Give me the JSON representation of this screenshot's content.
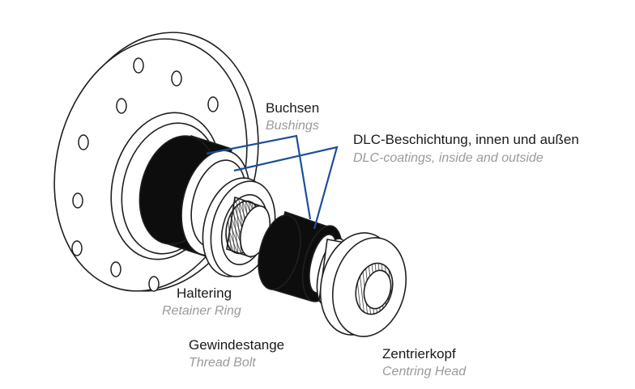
{
  "labels": {
    "bushings": {
      "de": "Buchsen",
      "en": "Bushings"
    },
    "dlc": {
      "de": "DLC-Beschichtung, innen und außen",
      "en": "DLC-coatings, inside and outside"
    },
    "retainer": {
      "de": "Haltering",
      "en": "Retainer Ring"
    },
    "thread": {
      "de": "Gewindestange",
      "en": "Thread Bolt"
    },
    "head": {
      "de": "Zentrierkopf",
      "en": "Centring Head"
    }
  },
  "colors": {
    "line": "#1f1f1f",
    "bushing": "#0d0d0d",
    "leader": "#1f4e9a",
    "label_en": "#9a9a9a"
  }
}
